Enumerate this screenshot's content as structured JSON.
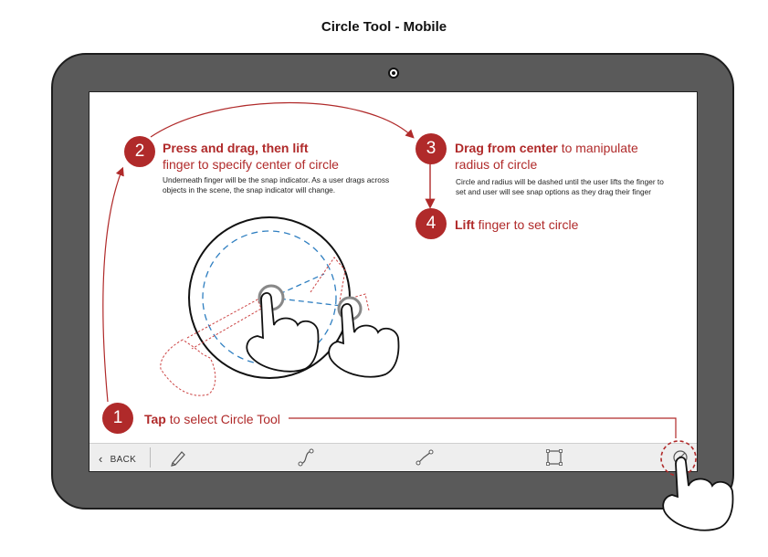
{
  "page": {
    "title": "Circle Tool - Mobile"
  },
  "toolbar": {
    "back_label": "BACK",
    "tools": [
      {
        "icon": "pencil-icon"
      },
      {
        "icon": "curve-icon"
      },
      {
        "icon": "line-icon"
      },
      {
        "icon": "rectangle-icon"
      },
      {
        "icon": "circle-tool-icon"
      }
    ]
  },
  "steps": [
    {
      "number": "1",
      "bold": "Tap",
      "rest": " to select Circle Tool",
      "desc": ""
    },
    {
      "number": "2",
      "bold": "Press and drag, then lift",
      "rest": "finger to specify center of circle",
      "desc": "Underneath finger will be the snap indicator.  As a user drags across objects in the scene, the snap indicator will change."
    },
    {
      "number": "3",
      "bold": "Drag from center",
      "rest": " to manipulate radius of circle",
      "desc": "Circle and radius will be dashed until the user lifts the finger to set and user will see snap options as they drag their finger"
    },
    {
      "number": "4",
      "bold": "Lift",
      "rest": "  finger to set circle",
      "desc": ""
    }
  ],
  "colors": {
    "accent": "#b02a2a",
    "dash_blue": "#2f7fc1",
    "tablet": "#5a5a5a",
    "toolbar": "#eeeeee"
  }
}
